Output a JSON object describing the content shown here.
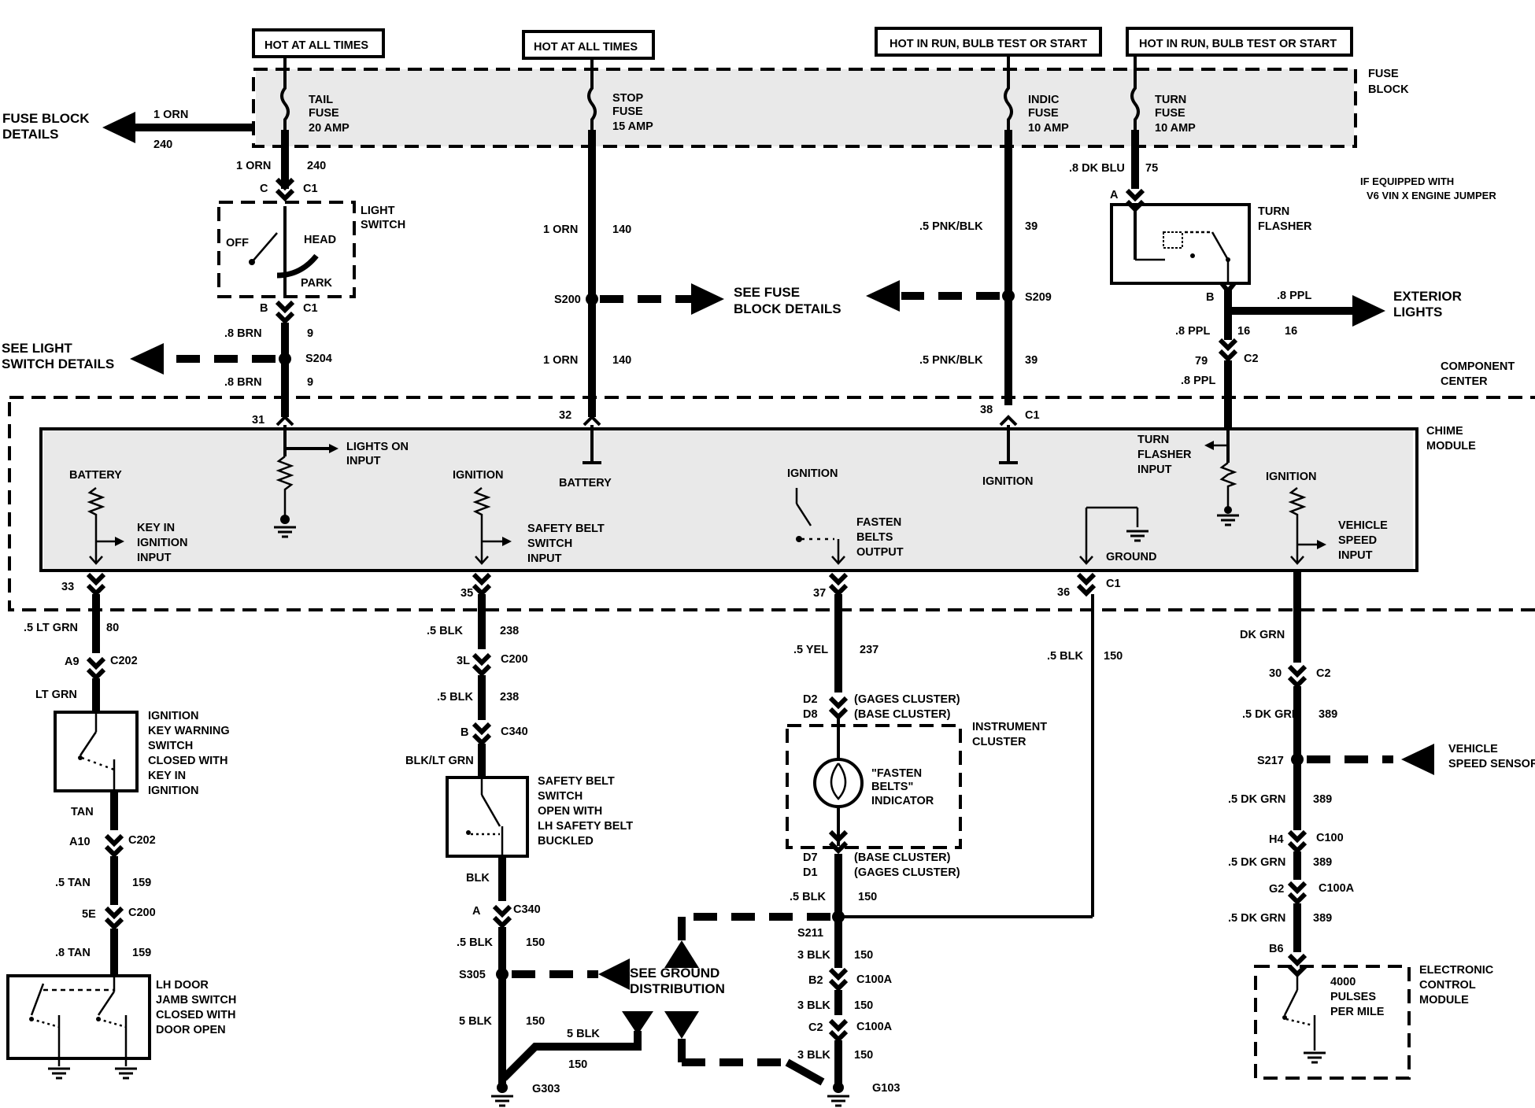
{
  "headers": {
    "tail": "HOT AT ALL TIMES",
    "stop": "HOT AT ALL TIMES",
    "indic": "HOT IN RUN, BULB TEST OR START",
    "turn": "HOT IN RUN, BULB TEST OR START"
  },
  "fuse_block": {
    "label1": "FUSE",
    "label2": "BLOCK",
    "tail": [
      "TAIL",
      "FUSE",
      "20 AMP"
    ],
    "stop": [
      "STOP",
      "FUSE",
      "15 AMP"
    ],
    "indic": [
      "INDIC",
      "FUSE",
      "10 AMP"
    ],
    "turn": [
      "TURN",
      "FUSE",
      "10 AMP"
    ]
  },
  "fuse_block_details": [
    "FUSE BLOCK",
    "DETAILS"
  ],
  "see_light_switch": [
    "SEE LIGHT",
    "SWITCH DETAILS"
  ],
  "see_fuse_block": [
    "SEE FUSE",
    "BLOCK DETAILS"
  ],
  "exterior_lights": [
    "EXTERIOR",
    "LIGHTS"
  ],
  "footnote": [
    "IF EQUIPPED WITH",
    "V6 VIN X ENGINE JUMPER"
  ],
  "light_switch": {
    "title": [
      "LIGHT",
      "SWITCH"
    ],
    "off": "OFF",
    "head": "HEAD",
    "park": "PARK"
  },
  "turn_flasher": [
    "TURN",
    "FLASHER"
  ],
  "component_center": [
    "COMPONENT",
    "CENTER"
  ],
  "chime_module": {
    "title": [
      "CHIME",
      "MODULE"
    ],
    "battery1": "BATTERY",
    "key_in": [
      "KEY IN",
      "IGNITION",
      "INPUT"
    ],
    "lights_on": [
      "LIGHTS ON",
      "INPUT"
    ],
    "ignition1": "IGNITION",
    "safety_belt": [
      "SAFETY BELT",
      "SWITCH",
      "INPUT"
    ],
    "battery2": "BATTERY",
    "ignition2": "IGNITION",
    "fasten": [
      "FASTEN",
      "BELTS",
      "OUTPUT"
    ],
    "ignition3": "IGNITION",
    "ground": "GROUND",
    "turn_input": [
      "TURN",
      "FLASHER",
      "INPUT"
    ],
    "ignition4": "IGNITION",
    "vss_input": [
      "VEHICLE",
      "SPEED",
      "INPUT"
    ]
  },
  "ignition_key_switch": [
    "IGNITION",
    "KEY WARNING",
    "SWITCH",
    "CLOSED WITH",
    "KEY IN",
    "IGNITION"
  ],
  "safety_belt_switch": [
    "SAFETY BELT",
    "SWITCH",
    "OPEN WITH",
    "LH SAFETY BELT",
    "BUCKLED"
  ],
  "instrument_cluster": {
    "title": [
      "INSTRUMENT",
      "CLUSTER"
    ],
    "indicator": [
      "\"FASTEN",
      "BELTS\"",
      "INDICATOR"
    ]
  },
  "door_jamb": [
    "LH DOOR",
    "JAMB SWITCH",
    "CLOSED WITH",
    "DOOR OPEN"
  ],
  "see_ground": [
    "SEE GROUND",
    "DISTRIBUTION"
  ],
  "vehicle_speed_sensor": [
    "VEHICLE",
    "SPEED SENSOR"
  ],
  "ecm": {
    "title": [
      "ELECTRONIC",
      "CONTROL",
      "MODULE"
    ],
    "pulses": [
      "4000",
      "PULSES",
      "PER MILE"
    ]
  },
  "wires": {
    "orn_top": [
      "1 ORN",
      "240"
    ],
    "orn_ls": [
      "1 ORN",
      "240"
    ],
    "brn1": [
      ".8 BRN",
      "9"
    ],
    "brn2": [
      ".8 BRN",
      "9"
    ],
    "stop1": [
      "1 ORN",
      "140"
    ],
    "stop2": [
      "1 ORN",
      "140"
    ],
    "pnk1": [
      ".5 PNK/BLK",
      "39"
    ],
    "pnk2": [
      ".5 PNK/BLK",
      "39"
    ],
    "dkblu": [
      ".8 DK BLU",
      "75"
    ],
    "ppl_ext": [
      ".8 PPL",
      "16"
    ],
    "ppl_a": [
      ".8 PPL",
      "16"
    ],
    "ppl_b": [
      "79",
      ".8 PPL"
    ],
    "ltgrn": [
      ".5 LT GRN",
      "80"
    ],
    "ltgrn2": "LT GRN",
    "tan": "TAN",
    "tan2": [
      ".5 TAN",
      "159"
    ],
    "tan3": [
      ".8 TAN",
      "159"
    ],
    "blk238a": [
      ".5 BLK",
      "238"
    ],
    "blk238b": [
      ".5 BLK",
      "238"
    ],
    "blkltgrn": "BLK/LT GRN",
    "blk": "BLK",
    "blk150a": [
      ".5 BLK",
      "150"
    ],
    "blk150b": [
      "5 BLK",
      "150"
    ],
    "blk150c": [
      "5 BLK",
      "150"
    ],
    "yel": [
      ".5 YEL",
      "237"
    ],
    "blk150d": [
      ".5 BLK",
      "150"
    ],
    "blk150e": [
      ".5 BLK",
      "150"
    ],
    "blk150f": [
      "3 BLK",
      "150"
    ],
    "blk150g": [
      "3 BLK",
      "150"
    ],
    "blk150h": [
      "3 BLK",
      "150"
    ],
    "dkgrn": "DK GRN",
    "dkgrn389a": [
      ".5 DK GRN",
      "389"
    ],
    "dkgrn389b": [
      ".5 DK GRN",
      "389"
    ],
    "dkgrn389c": [
      ".5 DK GRN",
      "389"
    ],
    "dkgrn389d": [
      ".5 DK GRN",
      "389"
    ]
  },
  "connectors": {
    "c_c1": [
      "C",
      "C1"
    ],
    "b_c1": [
      "B",
      "C1"
    ],
    "a": "A",
    "b_flasher": "B",
    "c2_top": "C2",
    "pin31": "31",
    "pin32": "32",
    "pin38": "38",
    "c1_top": "C1",
    "pin33": "33",
    "pin35": "35",
    "pin37": "37",
    "pin36": "36",
    "c1_bot": "C1",
    "a9": [
      "A9",
      "C202"
    ],
    "a10": [
      "A10",
      "C202"
    ],
    "5e": [
      "5E",
      "C200"
    ],
    "3l": [
      "3L",
      "C200"
    ],
    "b340": [
      "B",
      "C340"
    ],
    "a340": [
      "A",
      "C340"
    ],
    "d2": [
      "D2",
      "(GAGES CLUSTER)"
    ],
    "d8": [
      "D8",
      "(BASE CLUSTER)"
    ],
    "d7": [
      "D7",
      "(BASE CLUSTER)"
    ],
    "d1": [
      "D1",
      "(GAGES CLUSTER)"
    ],
    "b2": [
      "B2",
      "C100A"
    ],
    "c2": [
      "C2",
      "C100A"
    ],
    "30": [
      "30",
      "C2"
    ],
    "h4": [
      "H4",
      "C100"
    ],
    "g2": [
      "G2",
      "C100A"
    ],
    "b6": "B6"
  },
  "splices": {
    "s200": "S200",
    "s209": "S209",
    "s204": "S204",
    "s211": "S211",
    "s305": "S305",
    "s217": "S217"
  },
  "grounds": {
    "g303": "G303",
    "g103": "G103"
  }
}
